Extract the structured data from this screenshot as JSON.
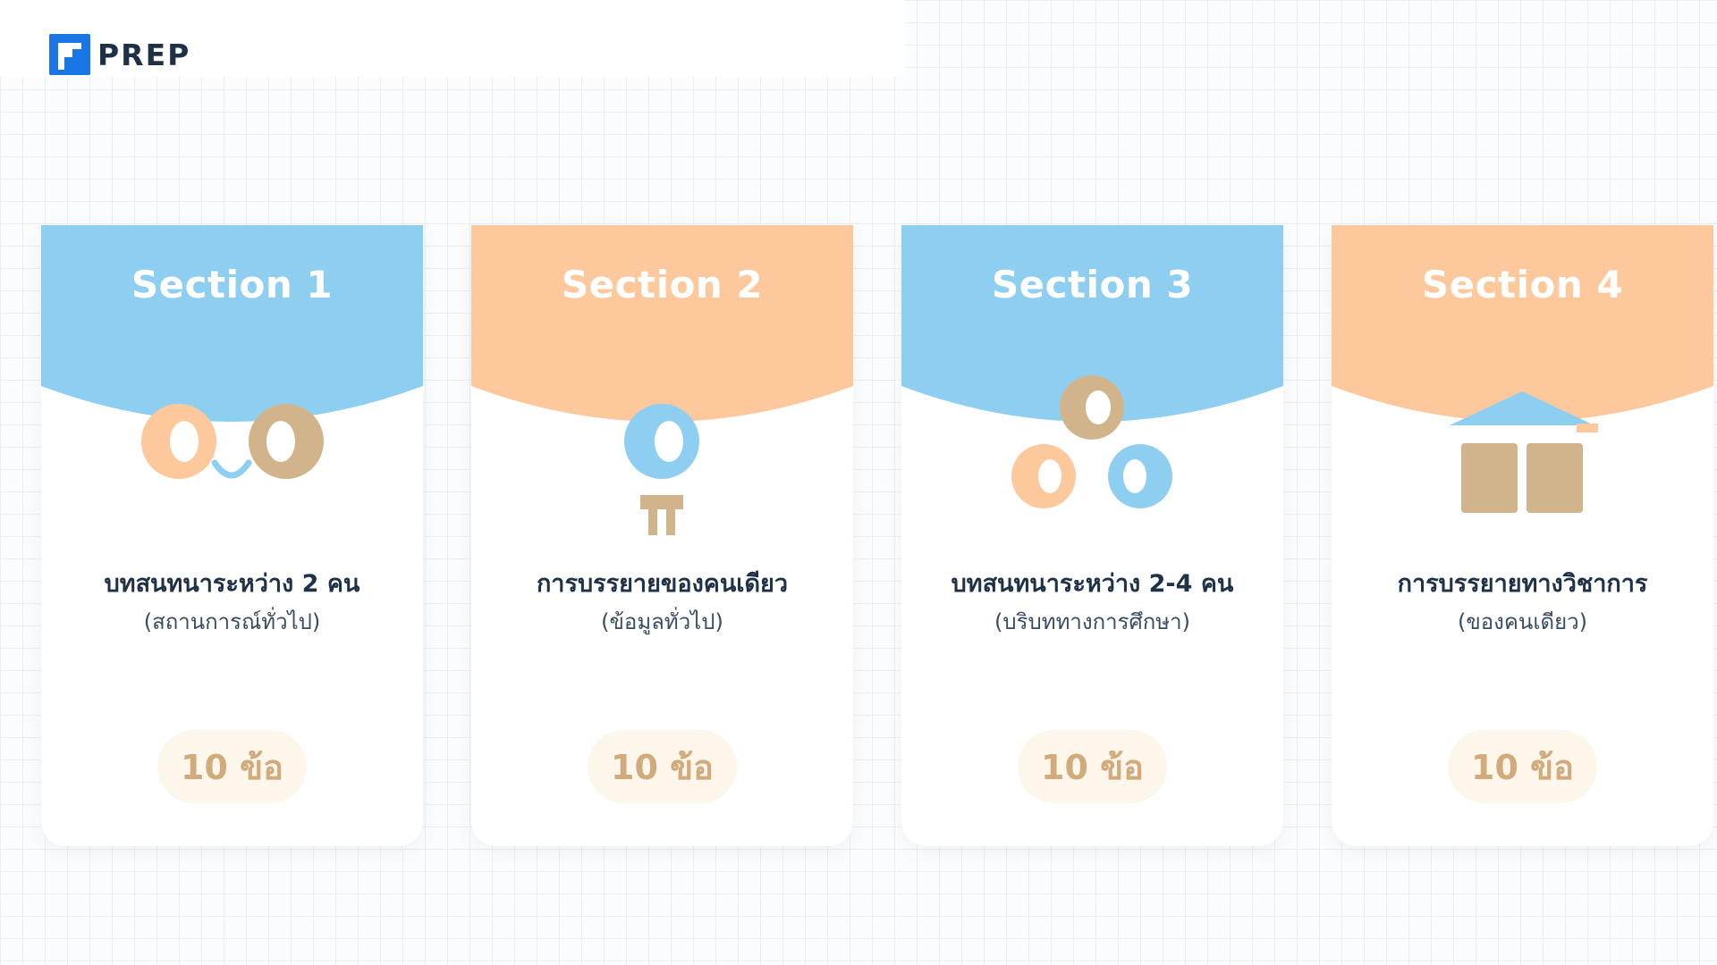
{
  "brand": {
    "name": "PREP",
    "logo_color": "#1a75e5",
    "text_color": "#1f3146"
  },
  "colors": {
    "blue": "#8ecff1",
    "orange": "#fdc89c",
    "tan": "#d2b48c",
    "peach": "#fdc89c",
    "pill_bg": "#fdf6ea",
    "pill_text": "#d2ab7d"
  },
  "sections": [
    {
      "title": "Section 1",
      "subtitle": "บทสนทนาระหว่าง 2 คน",
      "description": "(สถานการณ์ทั่วไป)",
      "count": "10 ข้อ",
      "header_color": "blue",
      "icon": "two-people-conversation-icon"
    },
    {
      "title": "Section 2",
      "subtitle": "การบรรยายของคนเดียว",
      "description": "(ข้อมูลทั่วไป)",
      "count": "10 ข้อ",
      "header_color": "orange",
      "icon": "speaker-podium-icon"
    },
    {
      "title": "Section 3",
      "subtitle": "บทสนทนาระหว่าง 2-4 คน",
      "description": "(บริบททางการศึกษา)",
      "count": "10 ข้อ",
      "header_color": "blue",
      "icon": "group-discussion-icon"
    },
    {
      "title": "Section 4",
      "subtitle": "การบรรยายทางวิชาการ",
      "description": "(ของคนเดียว)",
      "count": "10 ข้อ",
      "header_color": "orange",
      "icon": "academic-book-icon"
    }
  ]
}
